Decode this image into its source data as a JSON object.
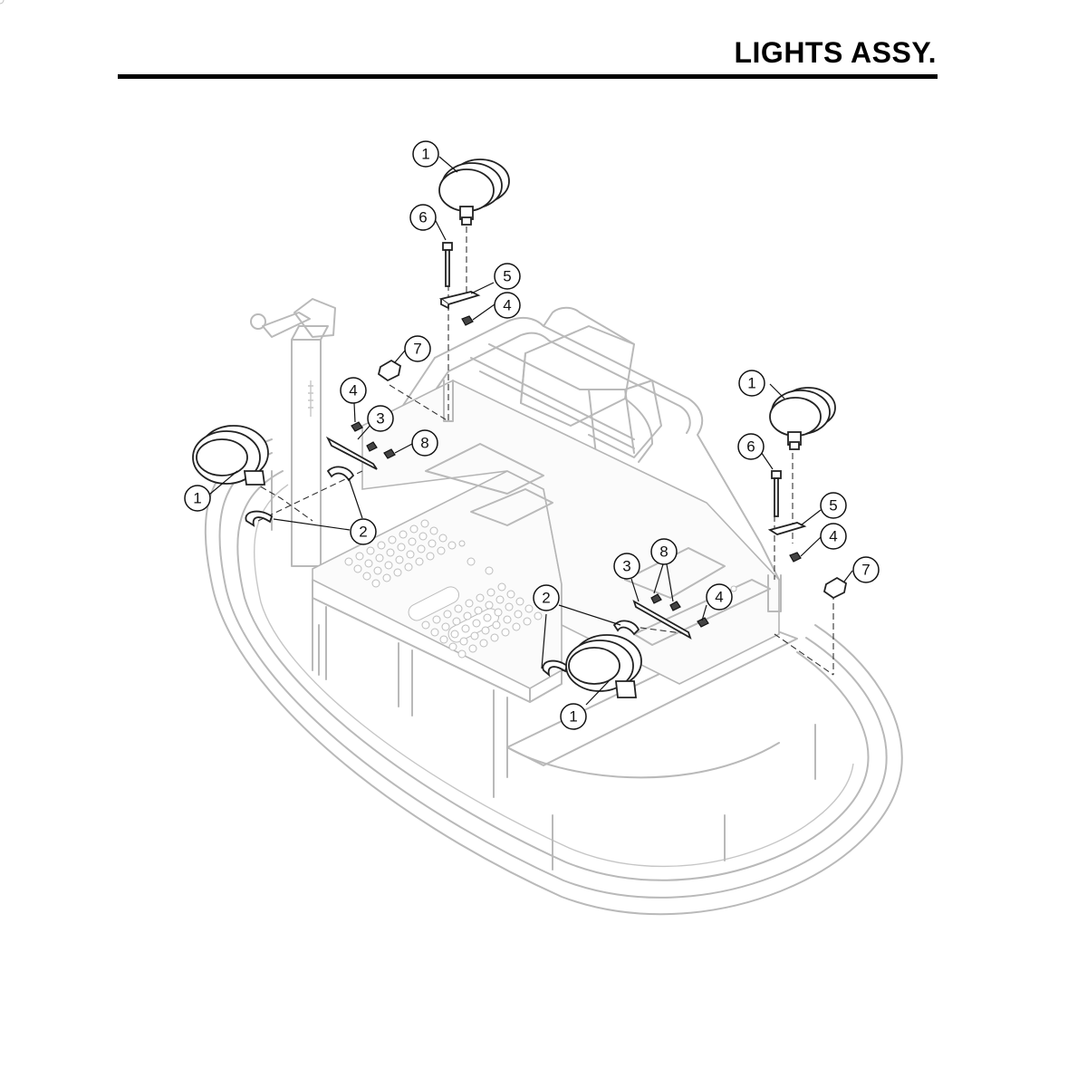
{
  "header": {
    "title": "LIGHTS ASSY."
  },
  "callouts": [
    {
      "label": "1"
    },
    {
      "label": "6"
    },
    {
      "label": "5"
    },
    {
      "label": "4"
    },
    {
      "label": "7"
    },
    {
      "label": "4"
    },
    {
      "label": "3"
    },
    {
      "label": "8"
    },
    {
      "label": "1"
    },
    {
      "label": "2"
    },
    {
      "label": "1"
    },
    {
      "label": "6"
    },
    {
      "label": "5"
    },
    {
      "label": "4"
    },
    {
      "label": "7"
    },
    {
      "label": "8"
    },
    {
      "label": "3"
    },
    {
      "label": "2"
    },
    {
      "label": "4"
    },
    {
      "label": "1"
    }
  ]
}
